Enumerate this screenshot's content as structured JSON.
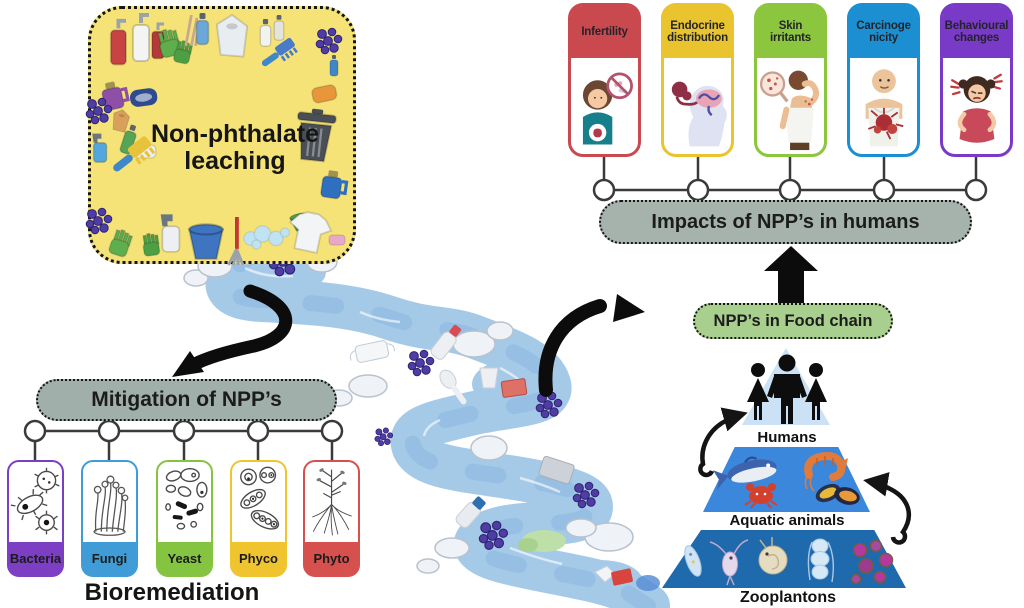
{
  "diagram": {
    "leaching_box": {
      "title": "Non-phthalate leaching",
      "item_icons": [
        "lotion-pump-bottle-icon",
        "rubber-glove-icon",
        "straws-icon",
        "plastic-bottle-icon",
        "plastic-bag-icon",
        "cosmetic-tube-icon",
        "broom-icon",
        "npp-molecules-icon",
        "detergent-jug-icon",
        "soap-bar-icon",
        "spray-bottle-icon",
        "scrub-brush-icon",
        "sponge-icon",
        "trash-bin-icon",
        "detergent-bottle-icon",
        "t-shirt-icon",
        "dustpan-icon",
        "bucket-icon",
        "mop-icon",
        "foam-bubbles-icon"
      ]
    },
    "impacts": {
      "pill_label": "Impacts of NPP’s in humans",
      "cards": [
        {
          "label": "Infertility",
          "color": "#C9494F",
          "icon": "infertility-illustration"
        },
        {
          "label": "Endocrine distribution",
          "color": "#E9C42E",
          "icon": "endocrine-illustration"
        },
        {
          "label": "Skin irritants",
          "color": "#8CC63F",
          "icon": "skin-irritants-illustration"
        },
        {
          "label": "Carcinoge nicity",
          "color": "#1B8FD1",
          "icon": "carcinogenicity-illustration"
        },
        {
          "label": "Behavioural changes",
          "color": "#7A3AC8",
          "icon": "behavioural-changes-illustration"
        }
      ]
    },
    "food_chain": {
      "pill_label": "NPP’s in Food chain",
      "levels": [
        {
          "label": "Humans",
          "icon": "humans-icon"
        },
        {
          "label": "Aquatic animals",
          "icon": "aquatic-animals-icon"
        },
        {
          "label": "Zooplantons",
          "icon": "zooplankton-icon"
        }
      ]
    },
    "mitigation": {
      "pill_label": "Mitigation of NPP’s",
      "caption": "Bioremediation",
      "cards": [
        {
          "label": "Bacteria",
          "color": "#7C3EC3",
          "icon": "bacteria-illustration"
        },
        {
          "label": "Fungi",
          "color": "#3F9CD6",
          "icon": "fungi-illustration"
        },
        {
          "label": "Yeast",
          "color": "#85C440",
          "icon": "yeast-illustration"
        },
        {
          "label": "Phyco",
          "color": "#F0C42F",
          "icon": "phyco-illustration"
        },
        {
          "label": "Phyto",
          "color": "#D6504E",
          "icon": "phyto-illustration"
        }
      ]
    },
    "river": {
      "icon": "polluted-river-icon",
      "pollutant_icons": [
        "face-mask-icon",
        "plastic-bottle-icon",
        "spoon-icon",
        "cup-icon",
        "food-container-icon",
        "npp-molecules-icon"
      ]
    },
    "colors": {
      "leaching_box_bg": "#F5E378",
      "pill_gray": "#A6B3AC",
      "pill_green": "#A9CF8E",
      "river_blue": "#A5CAE8",
      "npp_dot": "#4F3CA4",
      "aquatic_band": "#3B87DC",
      "zooplankton_band": "#1F6AAD",
      "humans_triangle": "#CBE2F6"
    }
  }
}
